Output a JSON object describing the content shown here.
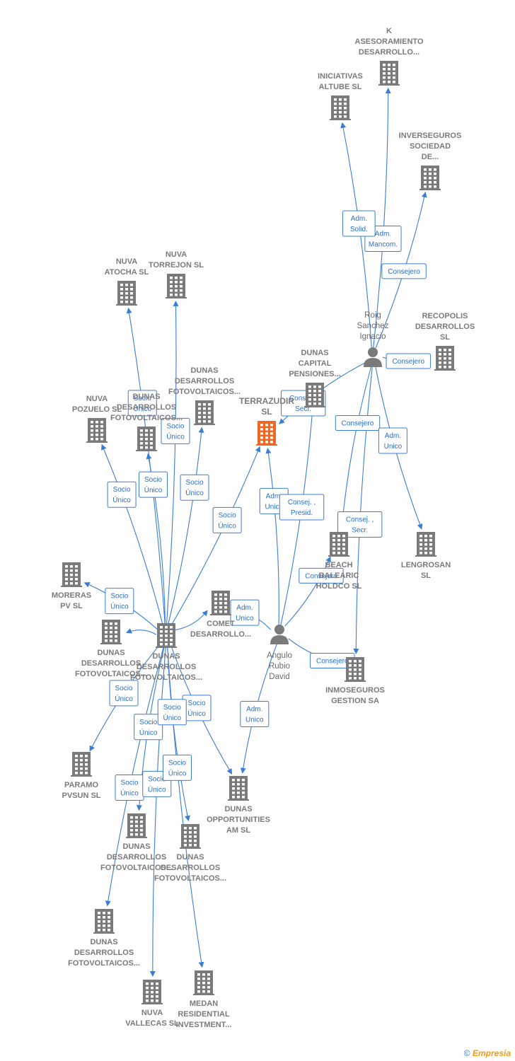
{
  "nodes": [
    {
      "id": "k",
      "type": "company",
      "label": [
        "K",
        "ASESORAMIENTO",
        "DESARROLLO..."
      ]
    },
    {
      "id": "iniciativas",
      "type": "company",
      "label": [
        "INICIATIVAS",
        "ALTUBE  SL"
      ]
    },
    {
      "id": "inverseguros",
      "type": "company",
      "label": [
        "INVERSEGUROS",
        "SOCIEDAD",
        "DE..."
      ]
    },
    {
      "id": "recopolis",
      "type": "company",
      "label": [
        "RECOPOLIS",
        "DESARROLLOS",
        "SL"
      ]
    },
    {
      "id": "roig",
      "type": "person",
      "label": [
        "Roig",
        "Sanchez",
        "Ignacio"
      ]
    },
    {
      "id": "dunas_capital",
      "type": "company",
      "label": [
        "DUNAS",
        "CAPITAL",
        "PENSIONES..."
      ]
    },
    {
      "id": "terrazudir",
      "type": "company",
      "main": true,
      "label": [
        "TERRAZUDIR",
        "SL"
      ]
    },
    {
      "id": "nuva_atocha",
      "type": "company",
      "label": [
        "NUVA",
        "ATOCHA  SL"
      ]
    },
    {
      "id": "nuva_torrejon",
      "type": "company",
      "label": [
        "NUVA",
        "TORREJON  SL"
      ]
    },
    {
      "id": "dunas_fv1",
      "type": "company",
      "label": [
        "DUNAS",
        "DESARROLLOS",
        "FOTOVOLTAICOS..."
      ]
    },
    {
      "id": "dunas_fv2",
      "type": "company",
      "label": [
        "DUNAS",
        "DESARROLLOS",
        "FOTOVOLTAICOS..."
      ]
    },
    {
      "id": "nuva_pozuelo",
      "type": "company",
      "label": [
        "NUVA",
        "POZUELO  SL"
      ]
    },
    {
      "id": "beach",
      "type": "company",
      "label": [
        "BEACH",
        "BALEARIC",
        "HOLDCO  SL"
      ]
    },
    {
      "id": "lengrosan",
      "type": "company",
      "label": [
        "LENGROSAN",
        "SL"
      ]
    },
    {
      "id": "moreras",
      "type": "company",
      "label": [
        "MORERAS",
        "PV  SL"
      ]
    },
    {
      "id": "dunas_fv3",
      "type": "company",
      "label": [
        "DUNAS",
        "DESARROLLOS",
        "FOTOVOLTAICOS..."
      ]
    },
    {
      "id": "dunas_hub",
      "type": "company",
      "label": [
        "DUNAS",
        "DESARROLLOS",
        "FOTOVOLTAICOS..."
      ]
    },
    {
      "id": "comet",
      "type": "company",
      "label": [
        "COMET",
        "DESARROLLO..."
      ]
    },
    {
      "id": "angulo",
      "type": "person",
      "label": [
        "Angulo",
        "Rubio",
        "David"
      ]
    },
    {
      "id": "inmoseguros",
      "type": "company",
      "label": [
        "INMOSEGUROS",
        "GESTION SA"
      ]
    },
    {
      "id": "paramo",
      "type": "company",
      "label": [
        "PARAMO",
        "PVSUN  SL"
      ]
    },
    {
      "id": "dunas_opp",
      "type": "company",
      "label": [
        "DUNAS",
        "OPPORTUNITIES",
        "AM  SL"
      ]
    },
    {
      "id": "dunas_fv4",
      "type": "company",
      "label": [
        "DUNAS",
        "DESARROLLOS",
        "FOTOVOLTAICOS..."
      ]
    },
    {
      "id": "dunas_fv5",
      "type": "company",
      "label": [
        "DUNAS",
        "DESARROLLOS",
        "FOTOVOLTAICOS..."
      ]
    },
    {
      "id": "dunas_fv6",
      "type": "company",
      "label": [
        "DUNAS",
        "DESARROLLOS",
        "FOTOVOLTAICOS..."
      ]
    },
    {
      "id": "nuva_vallecas",
      "type": "company",
      "label": [
        "NUVA",
        "VALLECAS  SL"
      ]
    },
    {
      "id": "medan",
      "type": "company",
      "label": [
        "MEDAN",
        "RESIDENTIAL",
        "INVESTMENT..."
      ]
    }
  ],
  "edges": [
    {
      "from": "roig",
      "to": "k",
      "label": [
        "Adm.",
        "Mancom."
      ]
    },
    {
      "from": "roig",
      "to": "iniciativas",
      "label": [
        "Adm.",
        "Solid."
      ]
    },
    {
      "from": "roig",
      "to": "inverseguros",
      "label": [
        "Consejero"
      ]
    },
    {
      "from": "roig",
      "to": "recopolis",
      "label": [
        "Consejero"
      ]
    },
    {
      "from": "roig",
      "to": "terrazudir",
      "label": [
        "Consej. ,",
        "Secr."
      ]
    },
    {
      "from": "roig",
      "to": "beach",
      "label": [
        "Consejero"
      ]
    },
    {
      "from": "roig",
      "to": "lengrosan",
      "label": [
        "Adm.",
        "Unico"
      ]
    },
    {
      "from": "roig",
      "to": "inmoseguros",
      "label": [
        "Consej. ,",
        "Secr."
      ]
    },
    {
      "from": "angulo",
      "to": "terrazudir",
      "label": [
        "Adm.",
        "Unico"
      ]
    },
    {
      "from": "angulo",
      "to": "dunas_capital",
      "label": [
        "Consej. ,",
        "Presid."
      ]
    },
    {
      "from": "angulo",
      "to": "beach",
      "label": [
        "Consejero"
      ]
    },
    {
      "from": "angulo",
      "to": "inmoseguros",
      "label": [
        "Consejero"
      ]
    },
    {
      "from": "angulo",
      "to": "comet",
      "label": [
        "Adm.",
        "Unico"
      ]
    },
    {
      "from": "angulo",
      "to": "dunas_opp",
      "label": [
        "Adm.",
        "Unico"
      ]
    },
    {
      "from": "dunas_hub",
      "to": "nuva_atocha",
      "label": [
        "Socio",
        "Único"
      ]
    },
    {
      "from": "dunas_hub",
      "to": "nuva_torrejon",
      "label": [
        "Socio",
        "Único"
      ]
    },
    {
      "from": "dunas_hub",
      "to": "dunas_fv1",
      "label": [
        "Socio",
        "Único"
      ]
    },
    {
      "from": "dunas_hub",
      "to": "dunas_fv2",
      "label": [
        "Socio",
        "Único"
      ]
    },
    {
      "from": "dunas_hub",
      "to": "nuva_pozuelo",
      "label": [
        "Socio",
        "Único"
      ]
    },
    {
      "from": "dunas_hub",
      "to": "terrazudir",
      "label": [
        "Socio",
        "Único"
      ]
    },
    {
      "from": "dunas_hub",
      "to": "moreras",
      "label": [
        "Socio",
        "Único"
      ]
    },
    {
      "from": "dunas_hub",
      "to": "dunas_fv3",
      "label": []
    },
    {
      "from": "dunas_hub",
      "to": "comet",
      "label": []
    },
    {
      "from": "dunas_hub",
      "to": "paramo",
      "label": [
        "Socio",
        "Único"
      ]
    },
    {
      "from": "dunas_hub",
      "to": "dunas_opp",
      "label": [
        "Socio",
        "Único"
      ]
    },
    {
      "from": "dunas_hub",
      "to": "dunas_fv4",
      "label": [
        "Socio",
        "Único"
      ]
    },
    {
      "from": "dunas_hub",
      "to": "dunas_fv5",
      "label": [
        "Socio",
        "Único"
      ]
    },
    {
      "from": "dunas_hub",
      "to": "dunas_fv6",
      "label": [
        "Socio",
        "Único"
      ]
    },
    {
      "from": "dunas_hub",
      "to": "nuva_vallecas",
      "label": [
        "Socio",
        "Único"
      ]
    },
    {
      "from": "dunas_hub",
      "to": "medan",
      "label": [
        "Socio",
        "Único"
      ]
    }
  ],
  "colors": {
    "edge": "#3a7dd6",
    "company": "#7a7a7a",
    "main_company": "#f26522",
    "person": "#7a7a7a"
  },
  "watermark": {
    "symbol": "©",
    "brand": "Empresia"
  }
}
